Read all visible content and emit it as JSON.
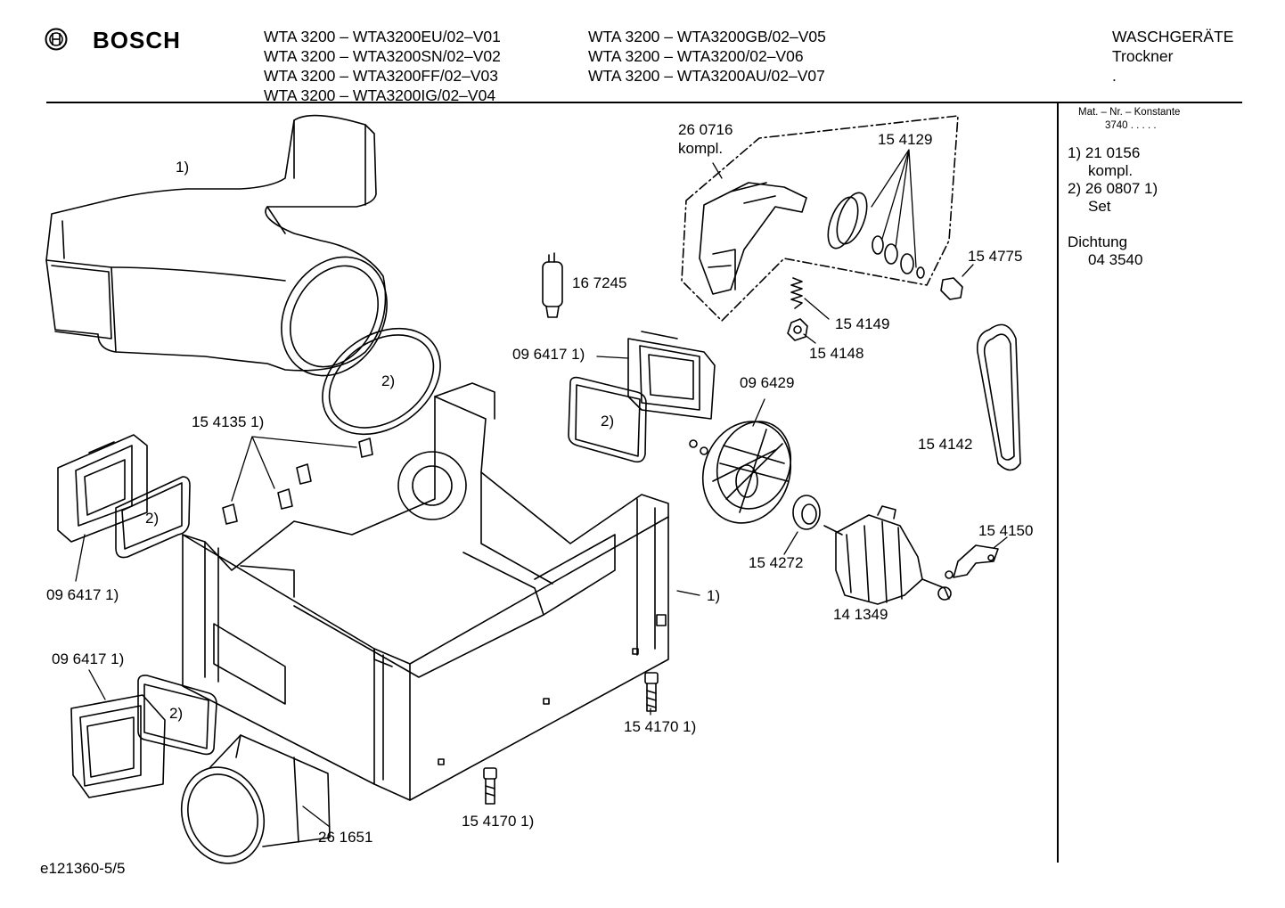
{
  "header": {
    "brand": "BOSCH",
    "models_left": [
      "WTA 3200 – WTA3200EU/02–V01",
      "WTA 3200 – WTA3200SN/02–V02",
      "WTA 3200 – WTA3200FF/02–V03",
      "WTA 3200 – WTA3200IG/02–V04"
    ],
    "models_right": [
      "WTA 3200 – WTA3200GB/02–V05",
      "WTA 3200 – WTA3200/02–V06",
      "WTA 3200 – WTA3200AU/02–V07"
    ],
    "category": "WASCHGERÄTE",
    "subcategory": "Trockner",
    "dot": "."
  },
  "sidebar": {
    "mat_heading": "Mat. – Nr. – Konstante",
    "mat_value": "3740  .  .  .  .  .",
    "notes": [
      {
        "line1": "1) 21 0156",
        "line2": "kompl."
      },
      {
        "line1": "2) 26 0807 1)",
        "line2": "Set"
      }
    ],
    "seal_label": "Dichtung",
    "seal_value": "04 3540"
  },
  "labels": {
    "l_1_top": "1)",
    "l_260716": "26 0716",
    "l_kompl": "kompl.",
    "l_154129": "15 4129",
    "l_154775": "15 4775",
    "l_167245": "16 7245",
    "l_154149": "15 4149",
    "l_154148": "15 4148",
    "l_096417_top": "09 6417 1)",
    "l_2_ring": "2)",
    "l_096429": "09 6429",
    "l_2_right": "2)",
    "l_1541351": "15 4135 1)",
    "l_154142": "15 4142",
    "l_2_left": "2)",
    "l_154150": "15 4150",
    "l_154272": "15 4272",
    "l_096417_left": "09 6417 1)",
    "l_1_frame": "1)",
    "l_141349": "14 1349",
    "l_096417_bottom": "09 6417 1)",
    "l_2_bottom": "2)",
    "l_1541701_right": "15 4170 1)",
    "l_261651": "26 1651",
    "l_1541701_bottom": "15 4170 1)"
  },
  "footer": {
    "doc_id": "e121360-5/5"
  }
}
